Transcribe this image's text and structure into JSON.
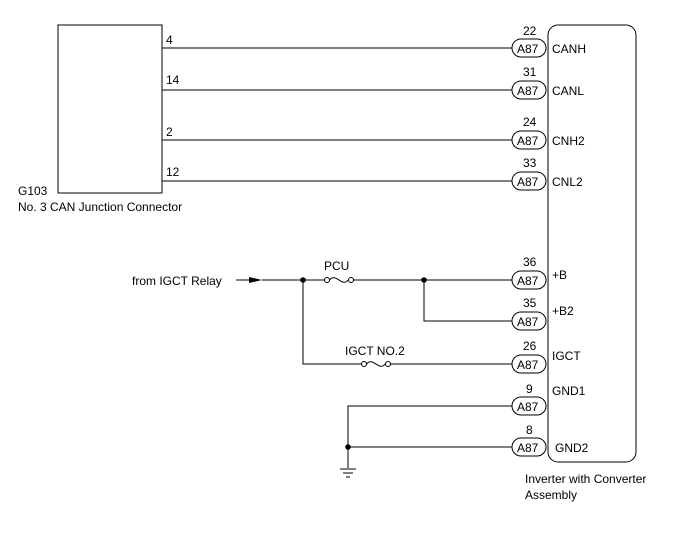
{
  "junction": {
    "code": "G103",
    "name": "No. 3 CAN Junction Connector"
  },
  "inverter": {
    "name_line1": "Inverter with Converter",
    "name_line2": "Assembly"
  },
  "source_label": "from IGCT Relay",
  "fuses": {
    "pcu": "PCU",
    "igct_no2": "IGCT NO.2"
  },
  "connector_code": "A87",
  "can_wires": [
    {
      "left_pin": "4",
      "right_pin": "22",
      "signal": "CANH"
    },
    {
      "left_pin": "14",
      "right_pin": "31",
      "signal": "CANL"
    },
    {
      "left_pin": "2",
      "right_pin": "24",
      "signal": "CNH2"
    },
    {
      "left_pin": "12",
      "right_pin": "33",
      "signal": "CNL2"
    }
  ],
  "power_pins": [
    {
      "pin": "36",
      "signal": "+B"
    },
    {
      "pin": "35",
      "signal": "+B2"
    },
    {
      "pin": "26",
      "signal": "IGCT"
    },
    {
      "pin": "9",
      "signal": "GND1"
    },
    {
      "pin": "8",
      "signal": "GND2"
    }
  ]
}
